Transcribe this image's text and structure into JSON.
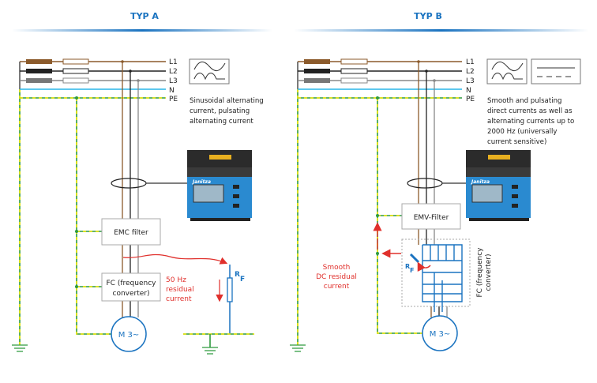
{
  "panel_a": {
    "title": "TYP A",
    "phases": [
      "L1",
      "L2",
      "L3",
      "N",
      "PE"
    ],
    "waveform_description": "Sinusoidal alternating current, pulsating alternating current",
    "desc_lines": [
      "Sinusoidal alternating",
      "current, pulsating",
      "alternating current"
    ],
    "filter_label": "EMC filter",
    "fc_lines": [
      "FC (frequency",
      "converter)"
    ],
    "motor_label": "M 3~",
    "residual_lines": [
      "50 Hz",
      "residual",
      "current"
    ],
    "rf_label": "R",
    "rf_sub": "F",
    "device_brand": "Janitza"
  },
  "panel_b": {
    "title": "TYP B",
    "phases": [
      "L1",
      "L2",
      "L3",
      "N",
      "PE"
    ],
    "desc_lines": [
      "Smooth and pulsating",
      "direct currents as well as",
      "alternating currents up to",
      "2000 Hz (universally",
      "current sensitive)"
    ],
    "filter_label": "EMV-Filter",
    "fc_lines": [
      "FC (frequency",
      "converter)"
    ],
    "motor_label": "M 3~",
    "residual_lines": [
      "Smooth",
      "DC residual",
      "current"
    ],
    "rf_label": "R",
    "rf_sub": "F",
    "device_brand": "Janitza"
  },
  "colors": {
    "accent": "#1a73c0",
    "residual": "#e0302c",
    "pe_green": "#2e9a3e",
    "pe_yellow": "#f2e600",
    "neutral": "#29b6e8",
    "l1": "#8b5a2b",
    "l2": "#222222",
    "l3": "#888888"
  }
}
